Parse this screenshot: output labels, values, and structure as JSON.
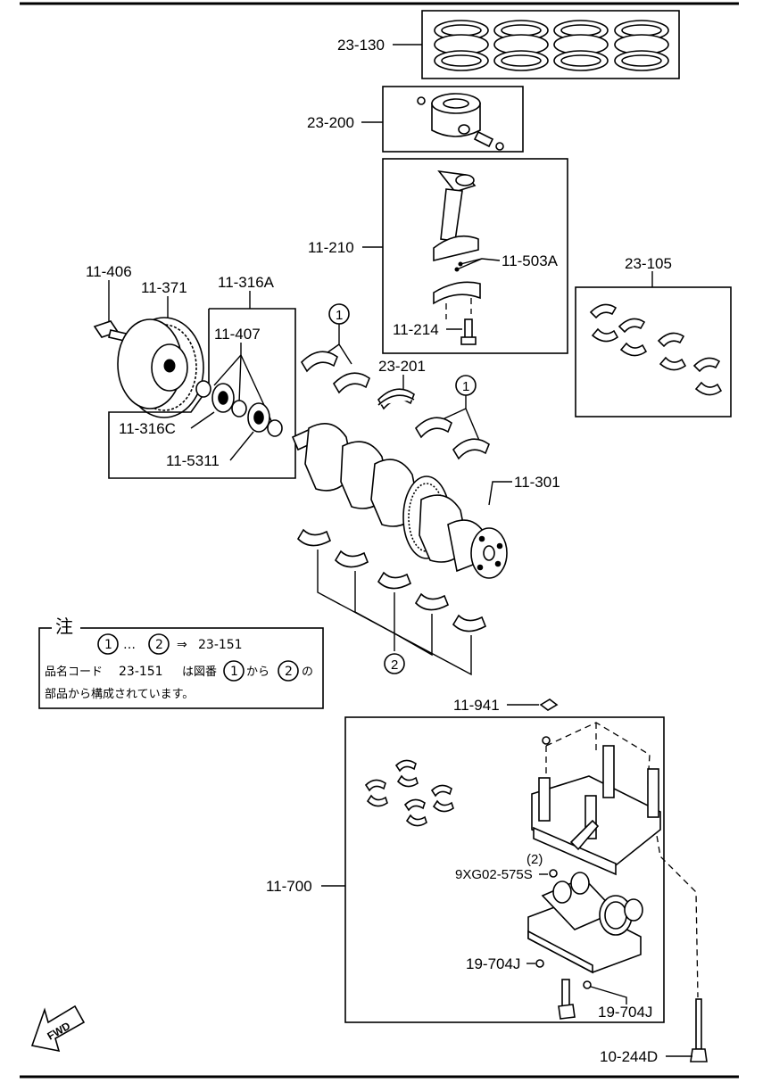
{
  "labels": {
    "piston_rings": "23-130",
    "piston": "23-200",
    "con_rod": "11-210",
    "con_rod_bolt_nut": "11-503A",
    "con_rod_bolt": "11-214",
    "con_rod_bearings": "23-105",
    "pulley_bolt": "11-406",
    "pulley": "11-371",
    "sprocket_set": "11-316A",
    "key": "11-407",
    "sprocket_c": "11-316C",
    "sprocket_chain": "11-5311",
    "thrust_bearing": "23-201",
    "crankshaft": "11-301",
    "plug": "11-941",
    "main_bearing_cap_set": "11-700",
    "balancer_bolt": "9XG02-575S",
    "balancer_bolt_qty": "(2)",
    "dowel_a": "19-704J",
    "dowel_b": "19-704J",
    "balancer_long_bolt": "10-244D",
    "circle_1": "1",
    "circle_2": "2",
    "fwd": "FWD"
  },
  "note": {
    "heading": "注",
    "range_from": "1",
    "range_dots": "…",
    "range_to": "2",
    "arrow": "⇒",
    "target": "23-151",
    "line2_a": "品名コード",
    "line2_code": "23-151",
    "line2_b": "は図番",
    "line2_c": "から",
    "line2_d": "の",
    "line3": "部品から構成されています。"
  },
  "icons": [
    "fwd-arrow-icon"
  ]
}
